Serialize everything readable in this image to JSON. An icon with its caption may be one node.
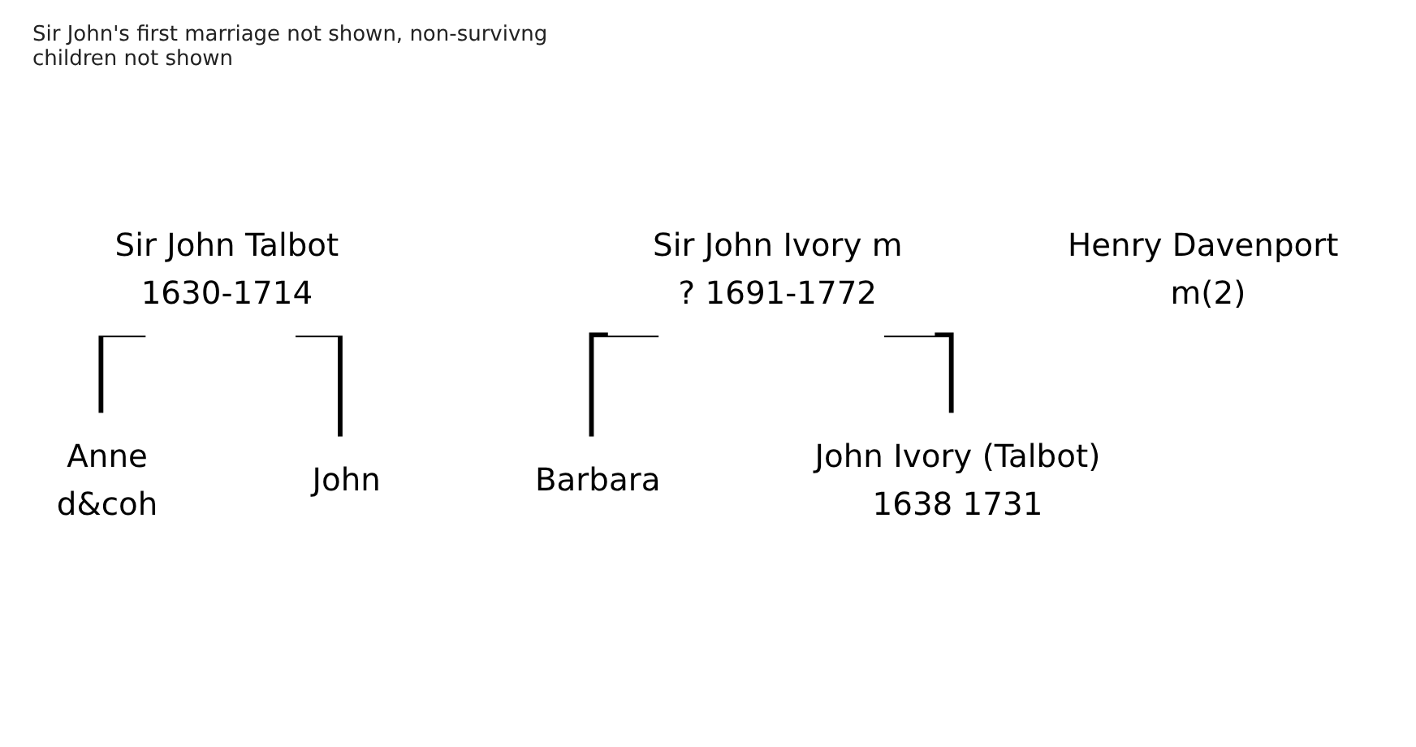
{
  "diagram": {
    "nodes": [
      {
        "text": [
          "Sir John Talbot",
          "1630-1714"
        ]
      },
      {
        "text": [
          "Sir John Ivory m",
          "? 1691-1772"
        ]
      },
      {
        "text": [
          "Anne",
          "d&coh"
        ]
      },
      {
        "text": [
          "John"
        ]
      },
      {
        "text": [
          "Henry Davenport m(2)"
        ]
      },
      {
        "text": [
          "Barbara"
        ]
      },
      {
        "text": [
          "John Ivory (Talbot)",
          "1638 1731"
        ]
      }
    ],
    "edges": [
      {
        "from": 0,
        "to": 2,
        "arrow": "none"
      },
      {
        "from": 0,
        "to": 3,
        "arrow": "none"
      },
      {
        "from": 1,
        "to": 5,
        "arrow": "none"
      },
      {
        "from": 1,
        "to": 6,
        "arrow": "none"
      }
    ],
    "labels": [
      "Sir John's first marriage not shown, non-survivng children not shown"
    ]
  }
}
